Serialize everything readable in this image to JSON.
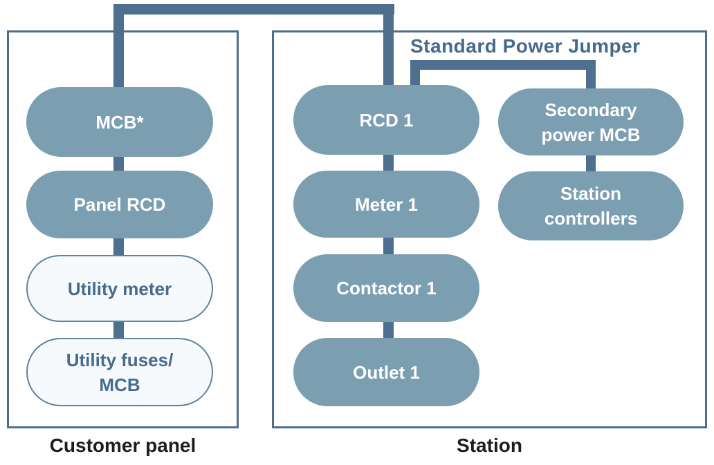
{
  "diagram": {
    "title_context": "Power wiring diagram",
    "jumper_label": "Standard Power Jumper",
    "customer_panel": {
      "caption": "Customer panel",
      "nodes": [
        {
          "label": "MCB*",
          "style": "dark"
        },
        {
          "label": "Panel RCD",
          "style": "dark"
        },
        {
          "label": "Utility meter",
          "style": "light"
        },
        {
          "label": "Utility fuses/\nMCB",
          "style": "light"
        }
      ]
    },
    "station_panel": {
      "caption": "Station",
      "primary_nodes": [
        {
          "label": "RCD 1",
          "style": "dark"
        },
        {
          "label": "Meter 1",
          "style": "dark"
        },
        {
          "label": "Contactor 1",
          "style": "dark"
        },
        {
          "label": "Outlet 1",
          "style": "dark"
        }
      ],
      "secondary_nodes": [
        {
          "label": "Secondary\npower MCB",
          "style": "dark"
        },
        {
          "label": "Station\ncontrollers",
          "style": "dark"
        }
      ]
    },
    "edges": [
      {
        "from": "MCB*",
        "to": "RCD 1",
        "via": "external top feed"
      },
      {
        "from": "MCB*",
        "to": "Panel RCD"
      },
      {
        "from": "Panel RCD",
        "to": "Utility meter"
      },
      {
        "from": "Utility meter",
        "to": "Utility fuses/MCB"
      },
      {
        "from": "RCD 1",
        "to": "Meter 1"
      },
      {
        "from": "Meter 1",
        "to": "Contactor 1"
      },
      {
        "from": "Contactor 1",
        "to": "Outlet 1"
      },
      {
        "from": "RCD 1",
        "to": "Secondary power MCB",
        "label": "Standard Power Jumper"
      },
      {
        "from": "Secondary power MCB",
        "to": "Station controllers"
      }
    ],
    "colors": {
      "node_fill": "#7C9EB1",
      "node_text": "#FFFFFF",
      "node_light_fill": "#F7FAFC",
      "node_light_border": "#5D83A3",
      "node_light_text": "#456B8E",
      "line": "#4E6F8E",
      "panel_border": "#4C6E8C",
      "jumper_label_text": "#46698C",
      "caption_text": "#1D1D1B"
    }
  }
}
